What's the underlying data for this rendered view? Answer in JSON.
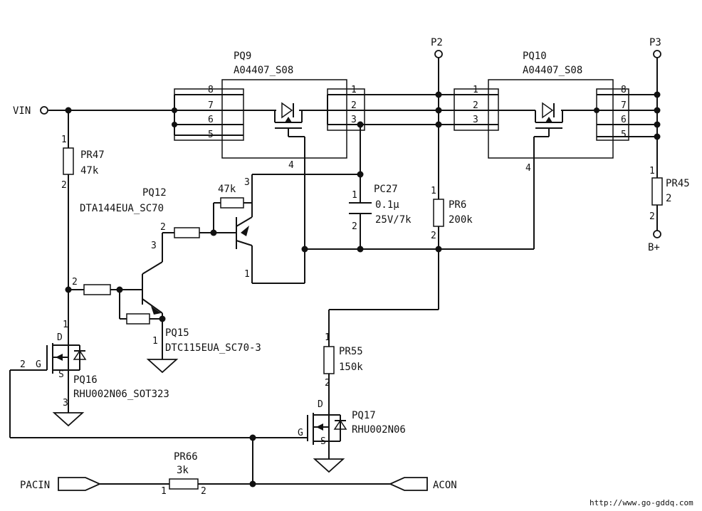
{
  "labels": {
    "vin": "VIN",
    "p2": "P2",
    "p3": "P3",
    "bplus": "B+",
    "pacin": "PACIN",
    "acon": "ACON",
    "url": "http://www.go-gddq.com"
  },
  "components": {
    "pq9": {
      "ref": "PQ9",
      "part": "A04407_S08"
    },
    "pq10": {
      "ref": "PQ10",
      "part": "A04407_S08"
    },
    "pq12": {
      "ref": "PQ12",
      "part": "DTA144EUA_SC70",
      "r": "47k"
    },
    "pq15": {
      "ref": "PQ15",
      "part": "DTC115EUA_SC70-3"
    },
    "pq16": {
      "ref": "PQ16",
      "part": "RHU002N06_SOT323"
    },
    "pq17": {
      "ref": "PQ17",
      "part": "RHU002N06"
    },
    "pr47": {
      "ref": "PR47",
      "value": "47k"
    },
    "pr6": {
      "ref": "PR6",
      "value": "200k"
    },
    "pr45": {
      "ref": "PR45",
      "value": "2"
    },
    "pr55": {
      "ref": "PR55",
      "value": "150k"
    },
    "pr66": {
      "ref": "PR66",
      "value": "3k"
    },
    "pc27": {
      "ref": "PC27",
      "value1": "0.1μ",
      "value2": "25V/7k"
    }
  },
  "pins": {
    "p1": "1",
    "p2": "2",
    "p3": "3",
    "p4": "4",
    "p5": "5",
    "p6": "6",
    "p7": "7",
    "p8": "8",
    "d": "D",
    "g": "G",
    "s": "S"
  }
}
